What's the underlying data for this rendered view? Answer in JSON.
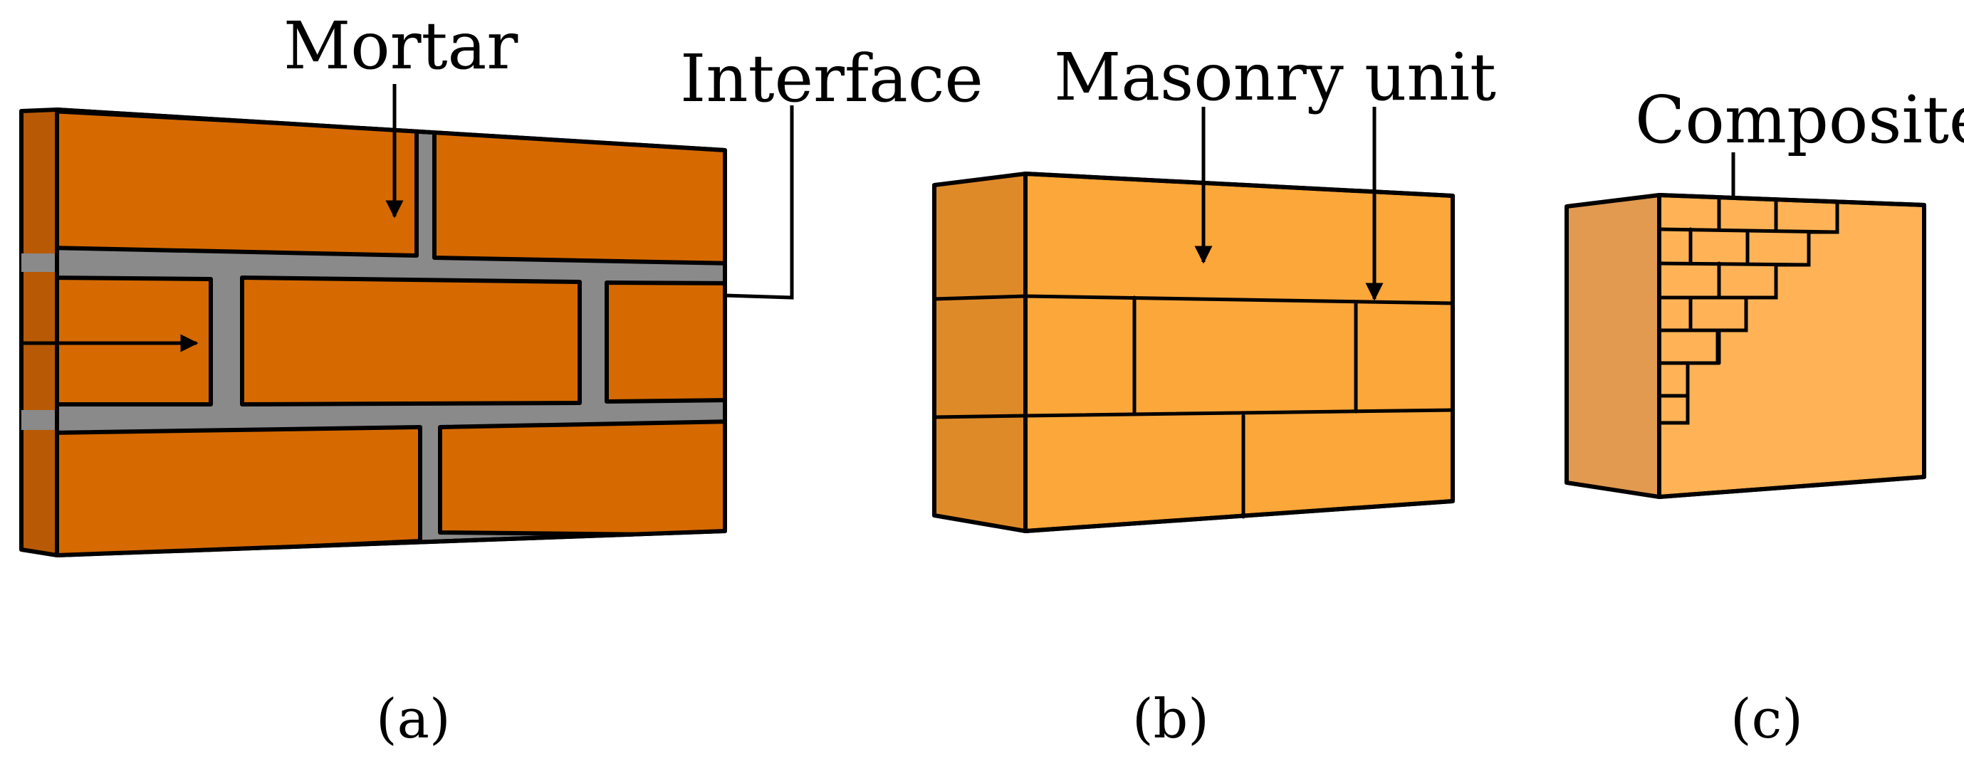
{
  "labels": {
    "mortar": "Mortar",
    "interface": "Interface",
    "masonry_unit": "Masonry unit",
    "composite": "Composite"
  },
  "captions": {
    "a": "(a)",
    "b": "(b)",
    "c": "(c)"
  },
  "colors": {
    "brick_a": "#D66A00",
    "brick_a_side": "#B85A05",
    "mortar": "#8A8A8A",
    "brick_b": "#FCA73A",
    "brick_b_side": "#DF8A29",
    "block_c": "#FFB356",
    "block_c_side": "#E19A4F",
    "outline": "#000000",
    "background": "#FFFFFF"
  }
}
